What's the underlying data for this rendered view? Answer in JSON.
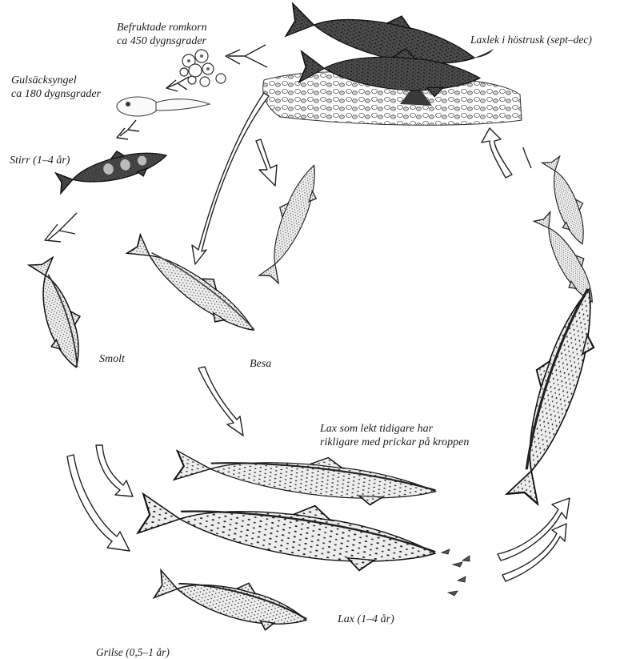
{
  "diagram": {
    "labels": {
      "spawning": "Laxlek i höstrusk (sept–dec)",
      "eggs_line1": "Befruktade romkorn",
      "eggs_line2": "ca 450 dygnsgrader",
      "alevin_line1": "Gulsäcksyngel",
      "alevin_line2": "ca 180 dygnsgrader",
      "parr": "Stirr (1–4 år)",
      "smolt": "Smolt",
      "kelt": "Besa",
      "repeat_spawner_line1": "Lax som lekt tidigare har",
      "repeat_spawner_line2": "rikligare med prickar på kroppen",
      "salmon": "Lax (1–4 år)",
      "grilse": "Grilse (0,5–1 år)"
    },
    "colors": {
      "ink": "#1a1a1a",
      "fish_dark": "#2b2b2b",
      "fish_mid": "#8a8a8a",
      "fish_light": "#f2f2f2",
      "gravel": "#d9d9d9"
    }
  }
}
